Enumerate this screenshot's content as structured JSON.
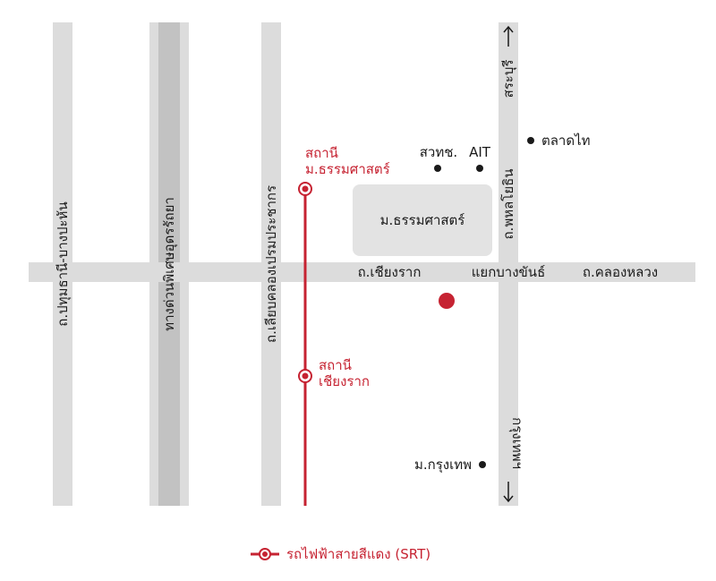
{
  "roads": {
    "pathum_thani_bang_pahan": "ถ.ปทุมธานี-บางปะหัน",
    "expressway_udon_ratthaya": "ทางด่วนพิเศษอุดรรัถยา",
    "canal_side_prem_prachakon": "ถ.เลียบคลองเปรมประชากร",
    "chiang_rak": "ถ.เชียงราก",
    "khlong_luang": "ถ.คลองหลวง",
    "phahonyothin": "ถ.พหลโยธิน"
  },
  "directions": {
    "north": "สระบุรี",
    "south": "กรุงเทพฯ"
  },
  "places": {
    "thammasat_univ": "ม.ธรรมศาสตร์",
    "nstda": "สวทช.",
    "ait": "AIT",
    "talad_thai": "ตลาดไท",
    "bangkok_univ": "ม.กรุงเทพ",
    "bang_khan_junction": "แยกบางขันธ์"
  },
  "stations": {
    "thammasat": {
      "line1": "สถานี",
      "line2": "ม.ธรรมศาสตร์"
    },
    "chiang_rak": {
      "line1": "สถานี",
      "line2": "เชียงราก"
    }
  },
  "legend": {
    "label": "รถไฟฟ้าสายสีแดง (SRT)"
  },
  "colors": {
    "road": "#dcdcdc",
    "expressway_center": "#c2c2c2",
    "red_line": "#c62332",
    "campus": "#e3e3e3",
    "text": "#1a1a1a"
  }
}
